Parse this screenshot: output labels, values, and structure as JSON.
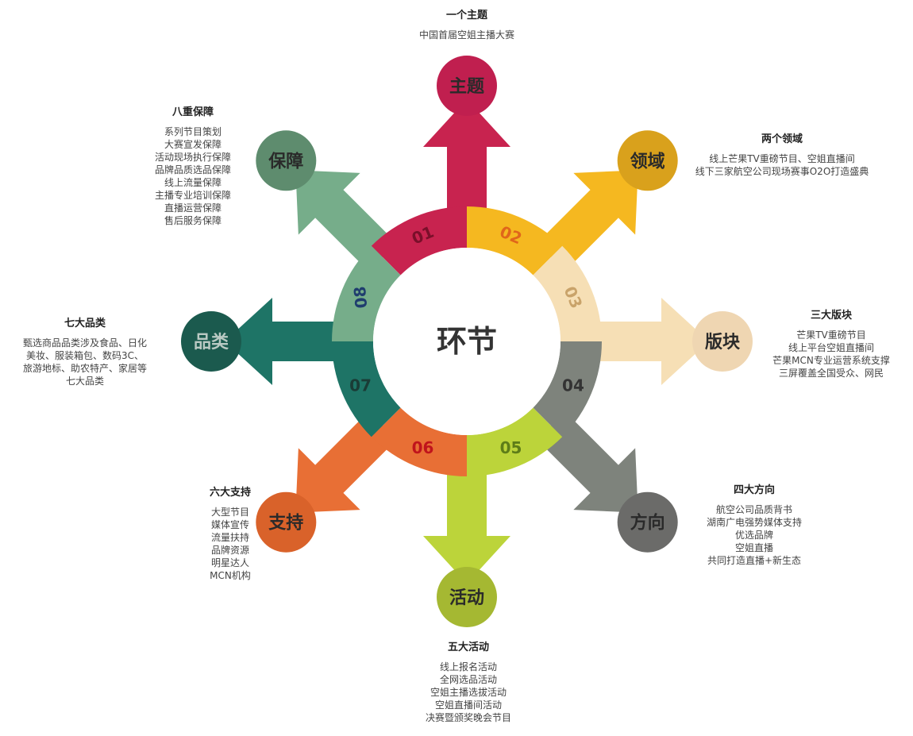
{
  "center": {
    "label": "环节"
  },
  "segments": [
    {
      "num": "01",
      "label": "主题",
      "title": "一个主题",
      "lines": [
        "中国首届空姐主播大赛"
      ],
      "ring": "#c8234f",
      "circle": "#c01f4f",
      "numColor": "#7a0f2a"
    },
    {
      "num": "02",
      "label": "领域",
      "title": "两个领域",
      "lines": [
        "线上芒果TV重磅节目、空姐直播间",
        "线下三家航空公司现场赛事O2O打造盛典"
      ],
      "ring": "#f5b820",
      "circle": "#d9a11c",
      "numColor": "#e0661a"
    },
    {
      "num": "03",
      "label": "版块",
      "title": "三大版块",
      "lines": [
        "芒果TV重磅节目",
        "线上平台空姐直播间",
        "芒果MCN专业运营系统支撑",
        "三屏覆盖全国受众、网民"
      ],
      "ring": "#f6dfb5",
      "circle": "#efd6b2",
      "numColor": "#c9a36a"
    },
    {
      "num": "04",
      "label": "方向",
      "title": "四大方向",
      "lines": [
        "航空公司品质背书",
        "湖南广电强势媒体支持",
        "优选品牌",
        "空姐直播",
        "共同打造直播+新生态"
      ],
      "ring": "#7e837c",
      "circle": "#6b6b69",
      "numColor": "#333333"
    },
    {
      "num": "05",
      "label": "活动",
      "title": "五大活动",
      "lines": [
        "线上报名活动",
        "全网选品活动",
        "空姐主播选拔活动",
        "空姐直播间活动",
        "决赛暨颁奖晚会节目"
      ],
      "ring": "#bcd43a",
      "circle": "#a5b832",
      "numColor": "#5e7d18"
    },
    {
      "num": "06",
      "label": "支持",
      "title": "六大支持",
      "lines": [
        "大型节目",
        "媒体宣传",
        "流量扶持",
        "品牌资源",
        "明星达人",
        "MCN机构"
      ],
      "ring": "#e86f35",
      "circle": "#d9622a",
      "numColor": "#c0141c"
    },
    {
      "num": "07",
      "label": "品类",
      "title": "七大品类",
      "lines": [
        "甄选商品品类涉及食品、日化",
        "美妆、服装箱包、数码3C、",
        "旅游地标、助农特产、家居等",
        "七大品类"
      ],
      "ring": "#1e7466",
      "circle": "#1b5a4e",
      "numColor": "#1a3c36"
    },
    {
      "num": "08",
      "label": "保障",
      "title": "八重保障",
      "lines": [
        "系列节目策划",
        "大赛宣发保障",
        "活动现场执行保障",
        "品牌品质选品保障",
        "线上流量保障",
        "主播专业培训保障",
        "直播运营保障",
        "售后服务保障"
      ],
      "ring": "#76ad8a",
      "circle": "#5e8c6e",
      "numColor": "#1f3d6e"
    }
  ]
}
